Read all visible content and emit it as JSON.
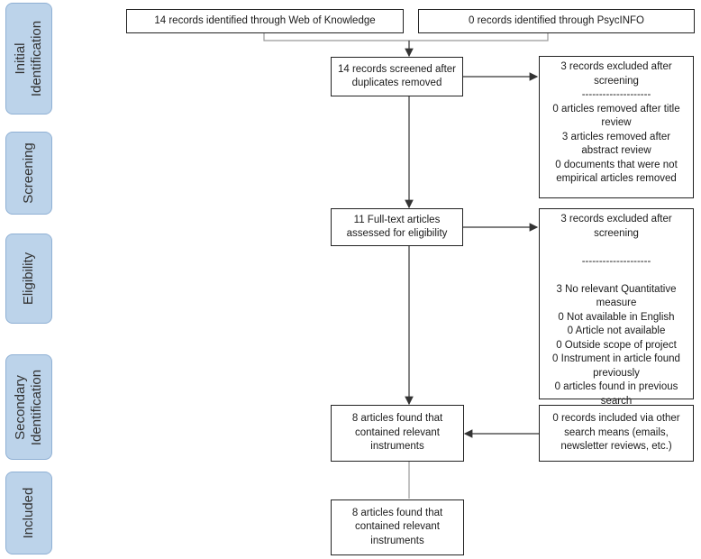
{
  "phases": [
    {
      "label": "Initial\nIdentification"
    },
    {
      "label": "Screening"
    },
    {
      "label": "Eligibility"
    },
    {
      "label": "Secondary\nIdentification"
    },
    {
      "label": "Included"
    }
  ],
  "top_left": "14 records identified through Web of Knowledge",
  "top_right": "0 records identified through PsycINFO",
  "screened": "14 records screened after duplicates removed",
  "excluded1": [
    "3 records excluded after",
    "screening",
    "--------------------",
    "0 articles removed after title",
    "review",
    "3 articles removed after",
    "abstract review",
    "0 documents that were not",
    "empirical articles removed"
  ],
  "fulltext": "11 Full-text articles assessed for eligibility",
  "excluded2": [
    "3 records excluded after",
    "screening",
    "",
    "--------------------",
    "",
    "3 No relevant Quantitative",
    "measure",
    "0 Not available in English",
    "0 Article not available",
    "0 Outside scope of project",
    "0 Instrument in article found",
    "previously",
    "0 articles found in previous",
    "search"
  ],
  "secondary": "8 articles found that contained relevant instruments",
  "other_search": "0 records included via other search means (emails, newsletter reviews, etc.)",
  "included": "8 articles found that contained relevant instruments"
}
